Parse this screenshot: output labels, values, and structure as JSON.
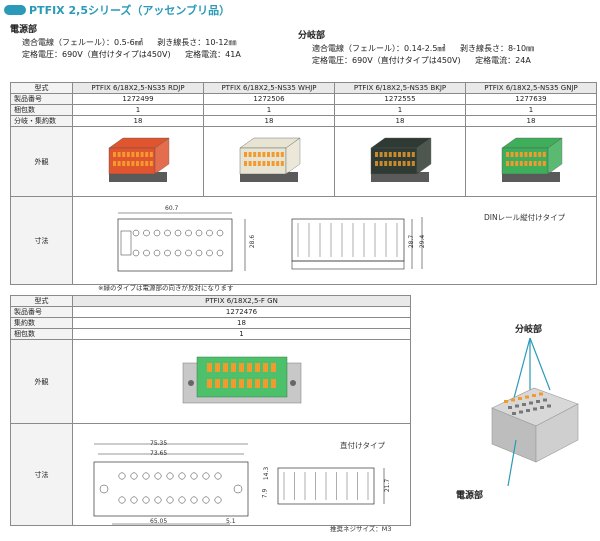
{
  "title": "PTFIX 2,5シリーズ（アッセンブリ品）",
  "power": {
    "heading": "電源部",
    "wire": "適合電線（フェルール）：0.5-6㎟",
    "strip": "剥き線長さ：10-12㎜",
    "voltage": "定格電圧：690V（直付けタイプは450V)",
    "current": "定格電流：41A"
  },
  "branch": {
    "heading": "分岐部",
    "wire": "適合電線（フェルール）：0.14-2.5㎟",
    "strip": "剥き線長さ：8-10㎜",
    "voltage": "定格電圧：690V（直付けタイプは450V)",
    "current": "定格電流：24A"
  },
  "table1": {
    "labels": {
      "model": "型式",
      "part": "製品番号",
      "pack": "梱包数",
      "branches": "分岐・集約数",
      "appearance": "外観",
      "dims": "寸法"
    },
    "products": [
      {
        "model": "PTFIX 6/18X2,5-NS35 RDJP",
        "part": "1272499",
        "pack": "1",
        "branches": "18",
        "color": "#e0542e"
      },
      {
        "model": "PTFIX 6/18X2,5-NS35 WHJP",
        "part": "1272506",
        "pack": "1",
        "branches": "18",
        "color": "#e8e4d4"
      },
      {
        "model": "PTFIX 6/18X2,5-NS35 BKJP",
        "part": "1272555",
        "pack": "1",
        "branches": "18",
        "color": "#2e3a32"
      },
      {
        "model": "PTFIX 6/18X2,5-NS35 GNJP",
        "part": "1277639",
        "pack": "1",
        "branches": "18",
        "color": "#3fae5a"
      }
    ],
    "dim_width": "60.7",
    "dim_h1": "28.6",
    "dim_h2": "28.7",
    "dim_h3": "29.4",
    "din_label": "DINレール縦付けタイプ",
    "note": "※緑のタイプは電源部の向きが反対になります"
  },
  "table2": {
    "labels": {
      "model": "型式",
      "part": "製品番号",
      "branches": "集約数",
      "pack": "梱包数",
      "appearance": "外観",
      "dims": "寸法"
    },
    "model": "PTFIX 6/18X2,5-F GN",
    "part": "1272476",
    "branches": "18",
    "pack": "1",
    "color": "#4cc06a",
    "dim_a": "75.35",
    "dim_b": "73.65",
    "dim_c": "65.05",
    "dim_d": "5.1",
    "dim_e": "14.3",
    "dim_f": "7.9",
    "dim_g": "21.7",
    "direct_label": "直付けタイプ",
    "screw": "推奨ネジサイズ：M3"
  },
  "callouts": {
    "branch": "分岐部",
    "power": "電源部"
  }
}
